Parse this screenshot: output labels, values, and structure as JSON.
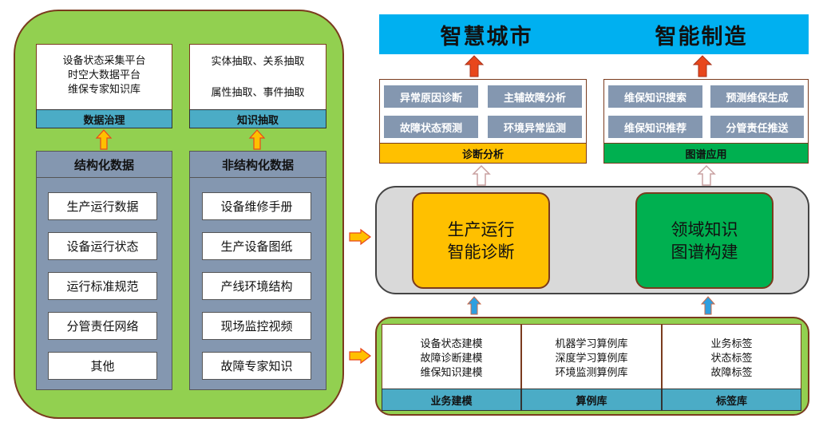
{
  "left": {
    "governance": {
      "lines": [
        "设备状态采集平台",
        "时空大数据平台",
        "维保专家知识库"
      ],
      "label": "数据治理"
    },
    "extraction": {
      "lines": [
        "实体抽取、关系抽取",
        "属性抽取、事件抽取"
      ],
      "label": "知识抽取"
    },
    "structured": {
      "title": "结构化数据",
      "items": [
        "生产运行数据",
        "设备运行状态",
        "运行标准规范",
        "分管责任网络",
        "其他"
      ]
    },
    "unstructured": {
      "title": "非结构化数据",
      "items": [
        "设备维修手册",
        "生产设备图纸",
        "产线环境结构",
        "现场监控视频",
        "故障专家知识"
      ]
    }
  },
  "top_banner": {
    "left": "智慧城市",
    "right": "智能制造"
  },
  "diagnosis": {
    "cells": [
      "异常原因诊断",
      "主辅故障分析",
      "故障状态预测",
      "环境异常监测"
    ],
    "label": "诊断分析"
  },
  "graph_app": {
    "cells": [
      "维保知识搜索",
      "预测维保生成",
      "维保知识推荐",
      "分管责任推送"
    ],
    "label": "图谱应用"
  },
  "core": {
    "left": [
      "生产运行",
      "智能诊断"
    ],
    "right": [
      "领域知识",
      "图谱构建"
    ]
  },
  "bottom": {
    "modeling": {
      "lines": [
        "设备状态建模",
        "故障诊断建模",
        "维保知识建模"
      ],
      "label": "业务建模"
    },
    "algorithms": {
      "lines": [
        "机器学习算例库",
        "深度学习算例库",
        "环境监测算例库"
      ],
      "label": "算例库"
    },
    "tags": {
      "lines": [
        "业务标签",
        "状态标签",
        "故障标签"
      ],
      "label": "标签库"
    }
  },
  "colors": {
    "panel_green": "#92d050",
    "banner_blue": "#00b0f0",
    "teal": "#4bacc6",
    "slate": "#8497b0",
    "orange": "#ffc000",
    "green": "#00b050",
    "arrow_red": "#e8471c",
    "arrow_blue": "#2e9fe0",
    "arrow_outline": "#c9a0a0"
  }
}
